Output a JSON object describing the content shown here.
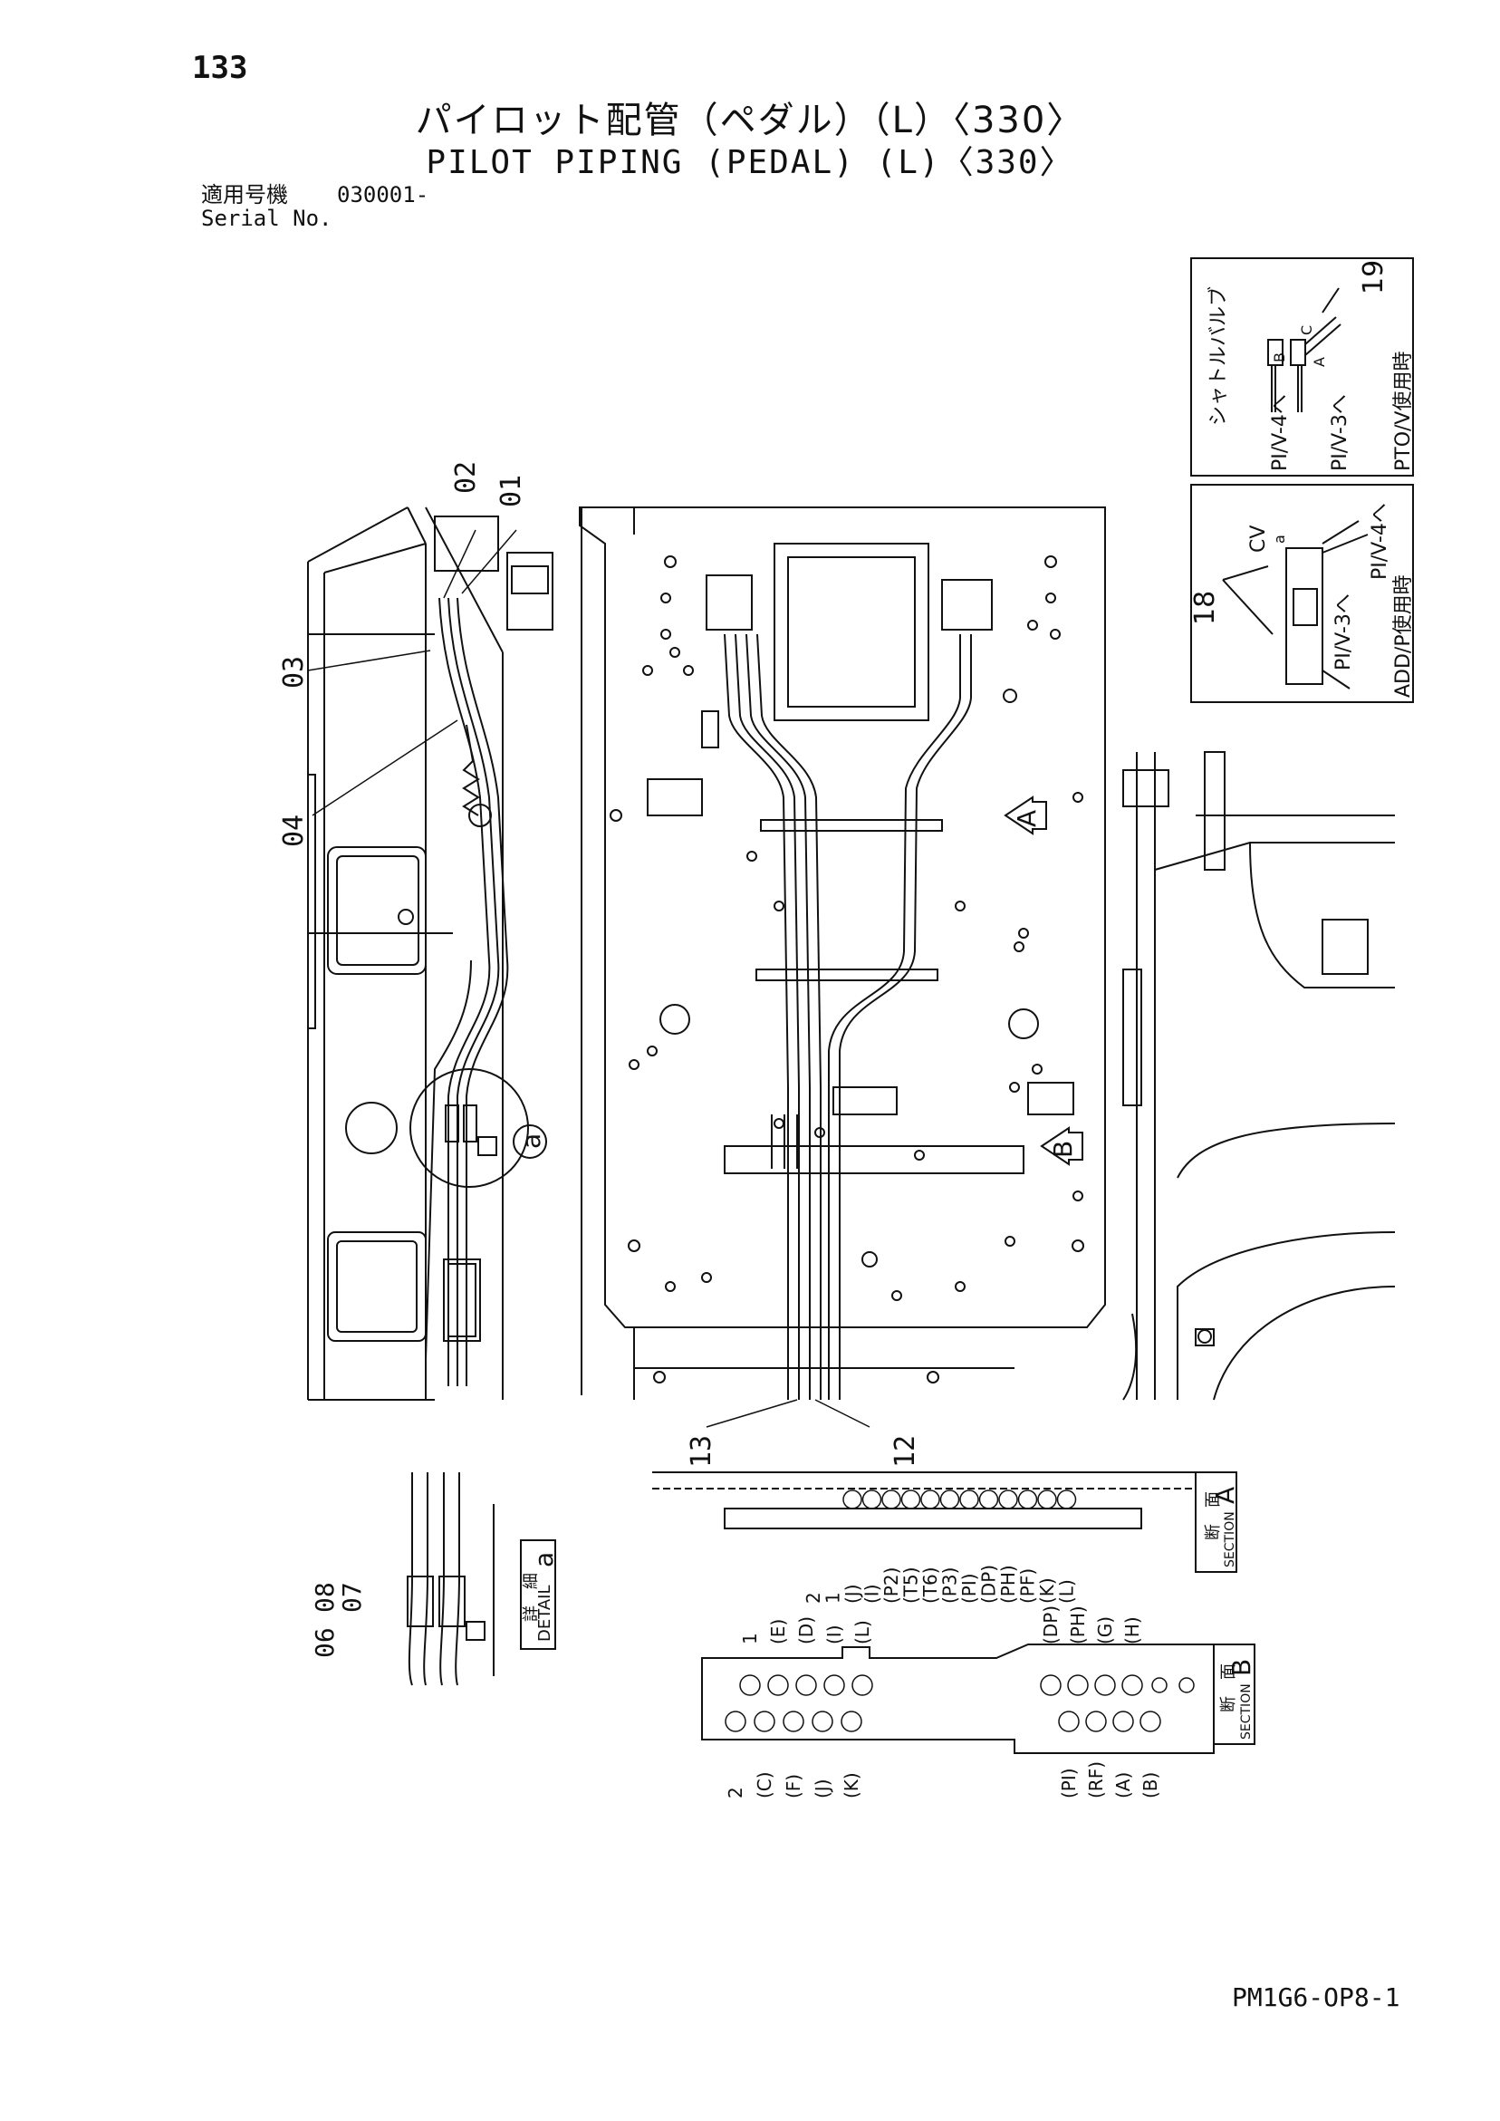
{
  "header": {
    "page_number": "133",
    "title_ja": "パイロット配管（ペダル）（L）〈330〉",
    "title_en": "PILOT PIPING (PEDAL) (L)〈330〉",
    "serial_label_ja": "適用号機",
    "serial_value": "030001-",
    "serial_label_en": "Serial No."
  },
  "callouts": {
    "c01": "01",
    "c02": "02",
    "c03": "03",
    "c04": "04",
    "c06": "06",
    "c07": "07",
    "c08": "08",
    "c12": "12",
    "c13": "13",
    "c18": "18",
    "c19": "19"
  },
  "markers": {
    "a": "a",
    "A": "A",
    "B": "B"
  },
  "inset_pto": {
    "shuttle_valve": "シャトルバルブ",
    "to_pi4": "PI/V-4へ",
    "to_pi3": "PI/V-3へ",
    "caption": "PTO/V使用時",
    "port_a": "A",
    "port_b": "B",
    "port_c": "C"
  },
  "inset_add": {
    "cv": "CV",
    "a": "a",
    "to_pi4": "PI/V-4へ",
    "to_pi3": "PI/V-3へ",
    "caption": "ADD/P使用時"
  },
  "detail_a": {
    "ja": "詳　細",
    "en": "DETAIL",
    "letter": "a"
  },
  "section_a": {
    "ja": "断　面",
    "en": "SECTION",
    "letter": "A",
    "ports": [
      "2",
      "1",
      "(J)",
      "(I)",
      "(P2)",
      "(T5)",
      "(T6)",
      "(P3)",
      "(PI)",
      "(DP)",
      "(PH)",
      "(PF)",
      "(K)",
      "(L)"
    ]
  },
  "section_b": {
    "ja": "断　面",
    "en": "SECTION",
    "letter": "B",
    "top_left": [
      "1",
      "(E)",
      "(D)",
      "(I)",
      "(L)"
    ],
    "top_right": [
      "(DP)",
      "(PH)",
      "(G)",
      "(H)"
    ],
    "bottom_left": [
      "2",
      "(C)",
      "(F)",
      "(J)",
      "(K)"
    ],
    "bottom_right": [
      "(PI)",
      "(RF)",
      "(A)",
      "(B)"
    ]
  },
  "footer": {
    "doc_code": "PM1G6-OP8-1"
  }
}
